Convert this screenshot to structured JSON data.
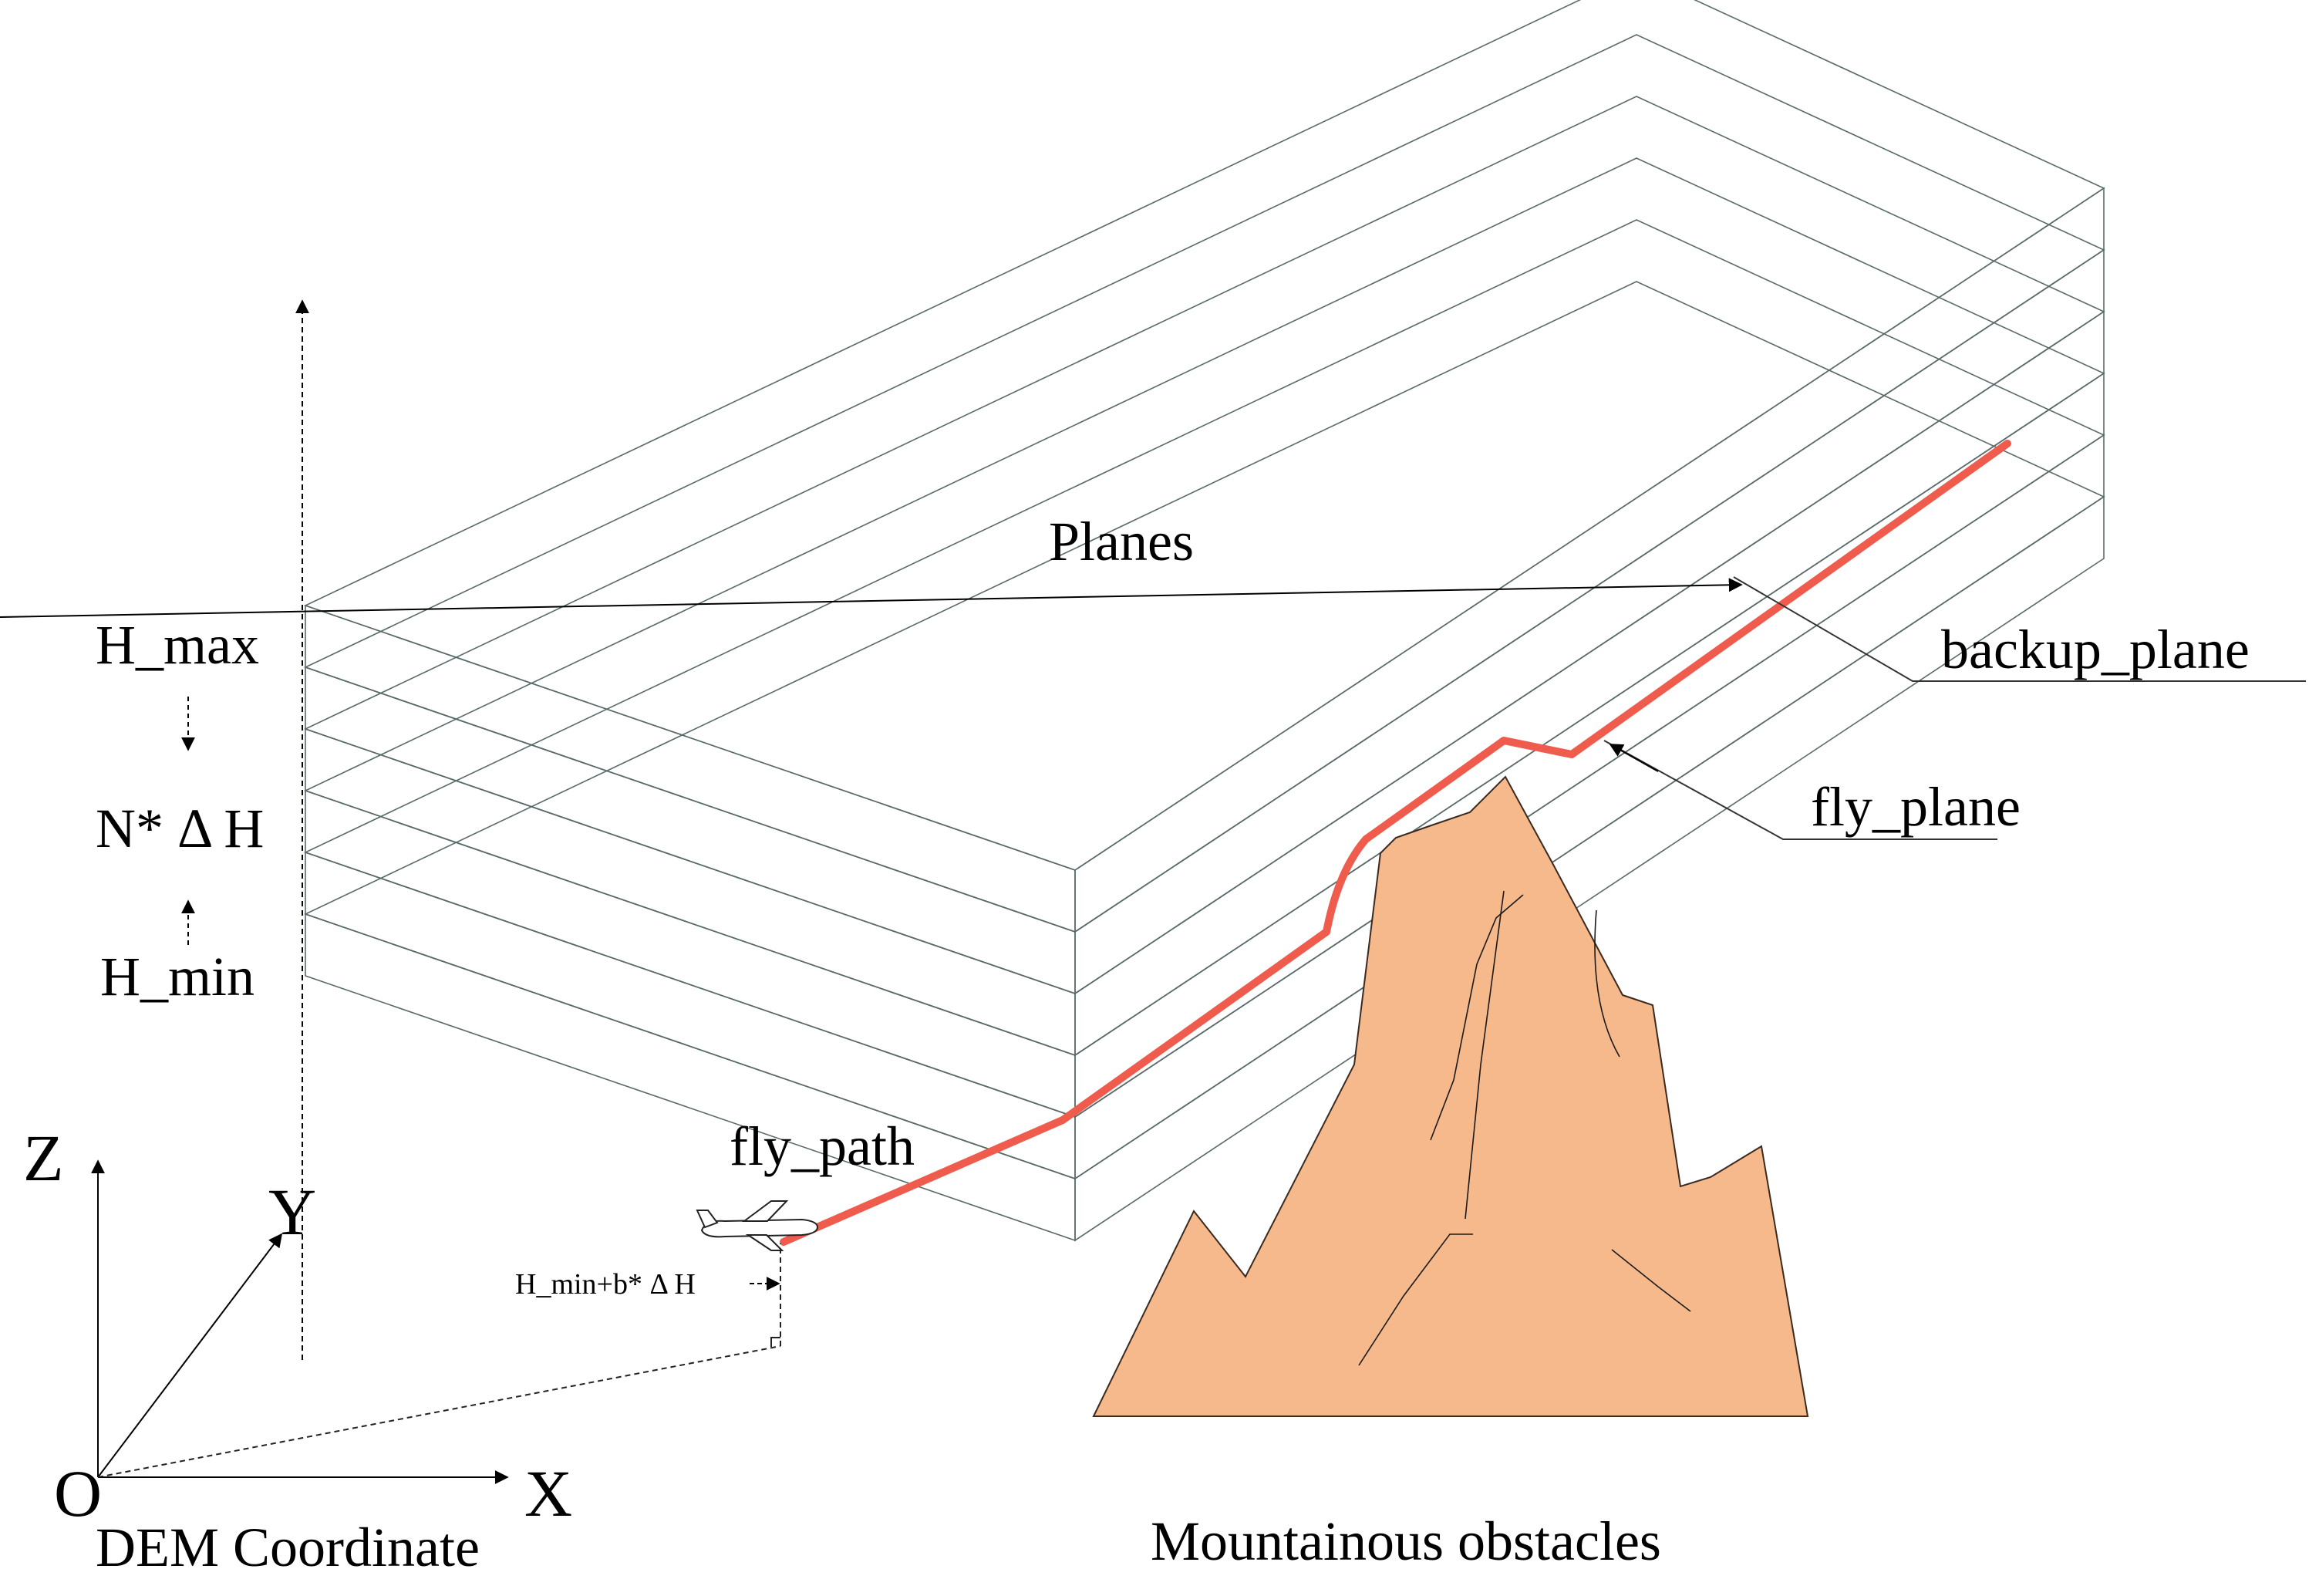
{
  "diagram": {
    "planes_label": "Planes",
    "backup_plane_label": "backup_plane",
    "fly_plane_label": "fly_plane",
    "fly_path_label": "fly_path",
    "mountain_label": "Mountainous obstacles",
    "h_max_label": "H_max",
    "n_delta_h_label": "N* Δ H",
    "h_min_label": "H_min",
    "flight_height_label": "H_min+b* Δ H",
    "coordinate_label": "DEM Coordinate",
    "axis_z": "Z",
    "axis_y": "Y",
    "axis_x": "X",
    "axis_origin": "O"
  },
  "colors": {
    "plane_light": "#e2f1f4",
    "plane_mid": "#c9e3ec",
    "fly_plane": "#93b5e0",
    "flight_path": "#ef5b4c",
    "mountain_fill": "#f6b98b"
  },
  "icons": [
    "airplane-icon",
    "arrow-icon"
  ]
}
